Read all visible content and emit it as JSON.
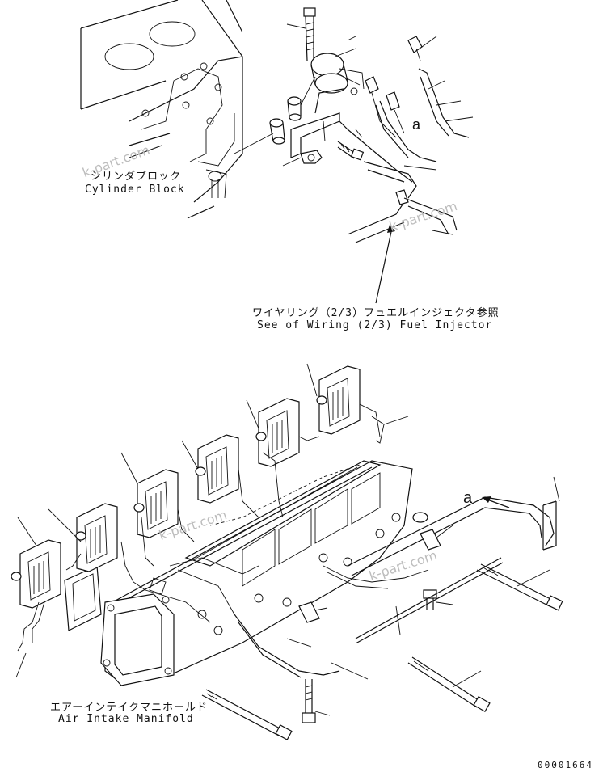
{
  "labels": {
    "cylinder_block_jp": "シリンダブロック",
    "cylinder_block_en": "Cylinder Block",
    "wiring_ref_jp": "ワイヤリング（2/3）フュエルインジェクタ参照",
    "wiring_ref_en": "See of Wiring (2/3) Fuel Injector",
    "air_intake_jp": "エアーインテイクマニホールド",
    "air_intake_en": "Air Intake Manifold",
    "view_marker_top": "a",
    "view_marker_bottom": "a",
    "drawing_number": "00001664"
  },
  "watermarks": [
    "k-part.com",
    "k-part.com",
    "k-part.com",
    "k-part.com"
  ]
}
